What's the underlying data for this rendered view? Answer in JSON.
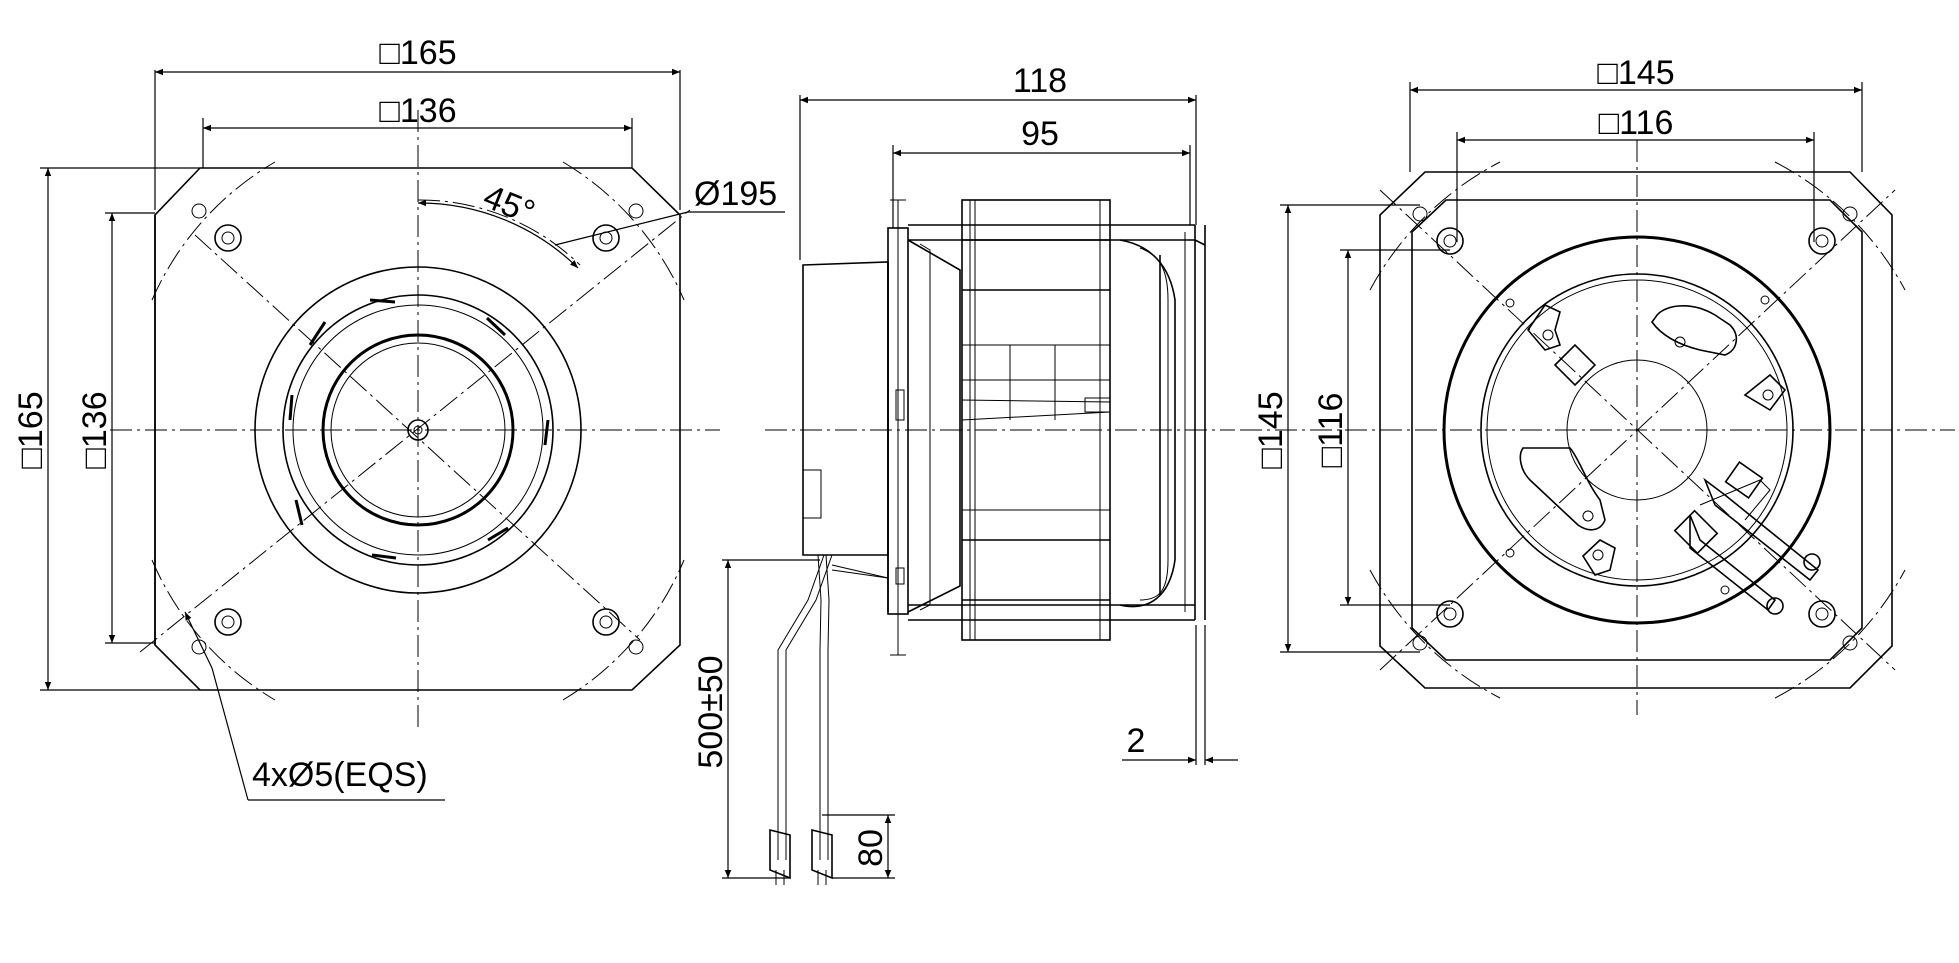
{
  "drawing": {
    "front": {
      "width": "□165",
      "inner_width": "□136",
      "height": "□165",
      "inner_height": "□136",
      "angle": "45°",
      "diameter": "Ø195",
      "holes": "4xØ5(EQS)"
    },
    "side": {
      "length": "118",
      "inner_length": "95",
      "cable": "500±50",
      "strip": "80",
      "flange": "2"
    },
    "rear": {
      "width": "□145",
      "inner_width": "□116",
      "height": "□145",
      "inner_height": "□116"
    }
  }
}
